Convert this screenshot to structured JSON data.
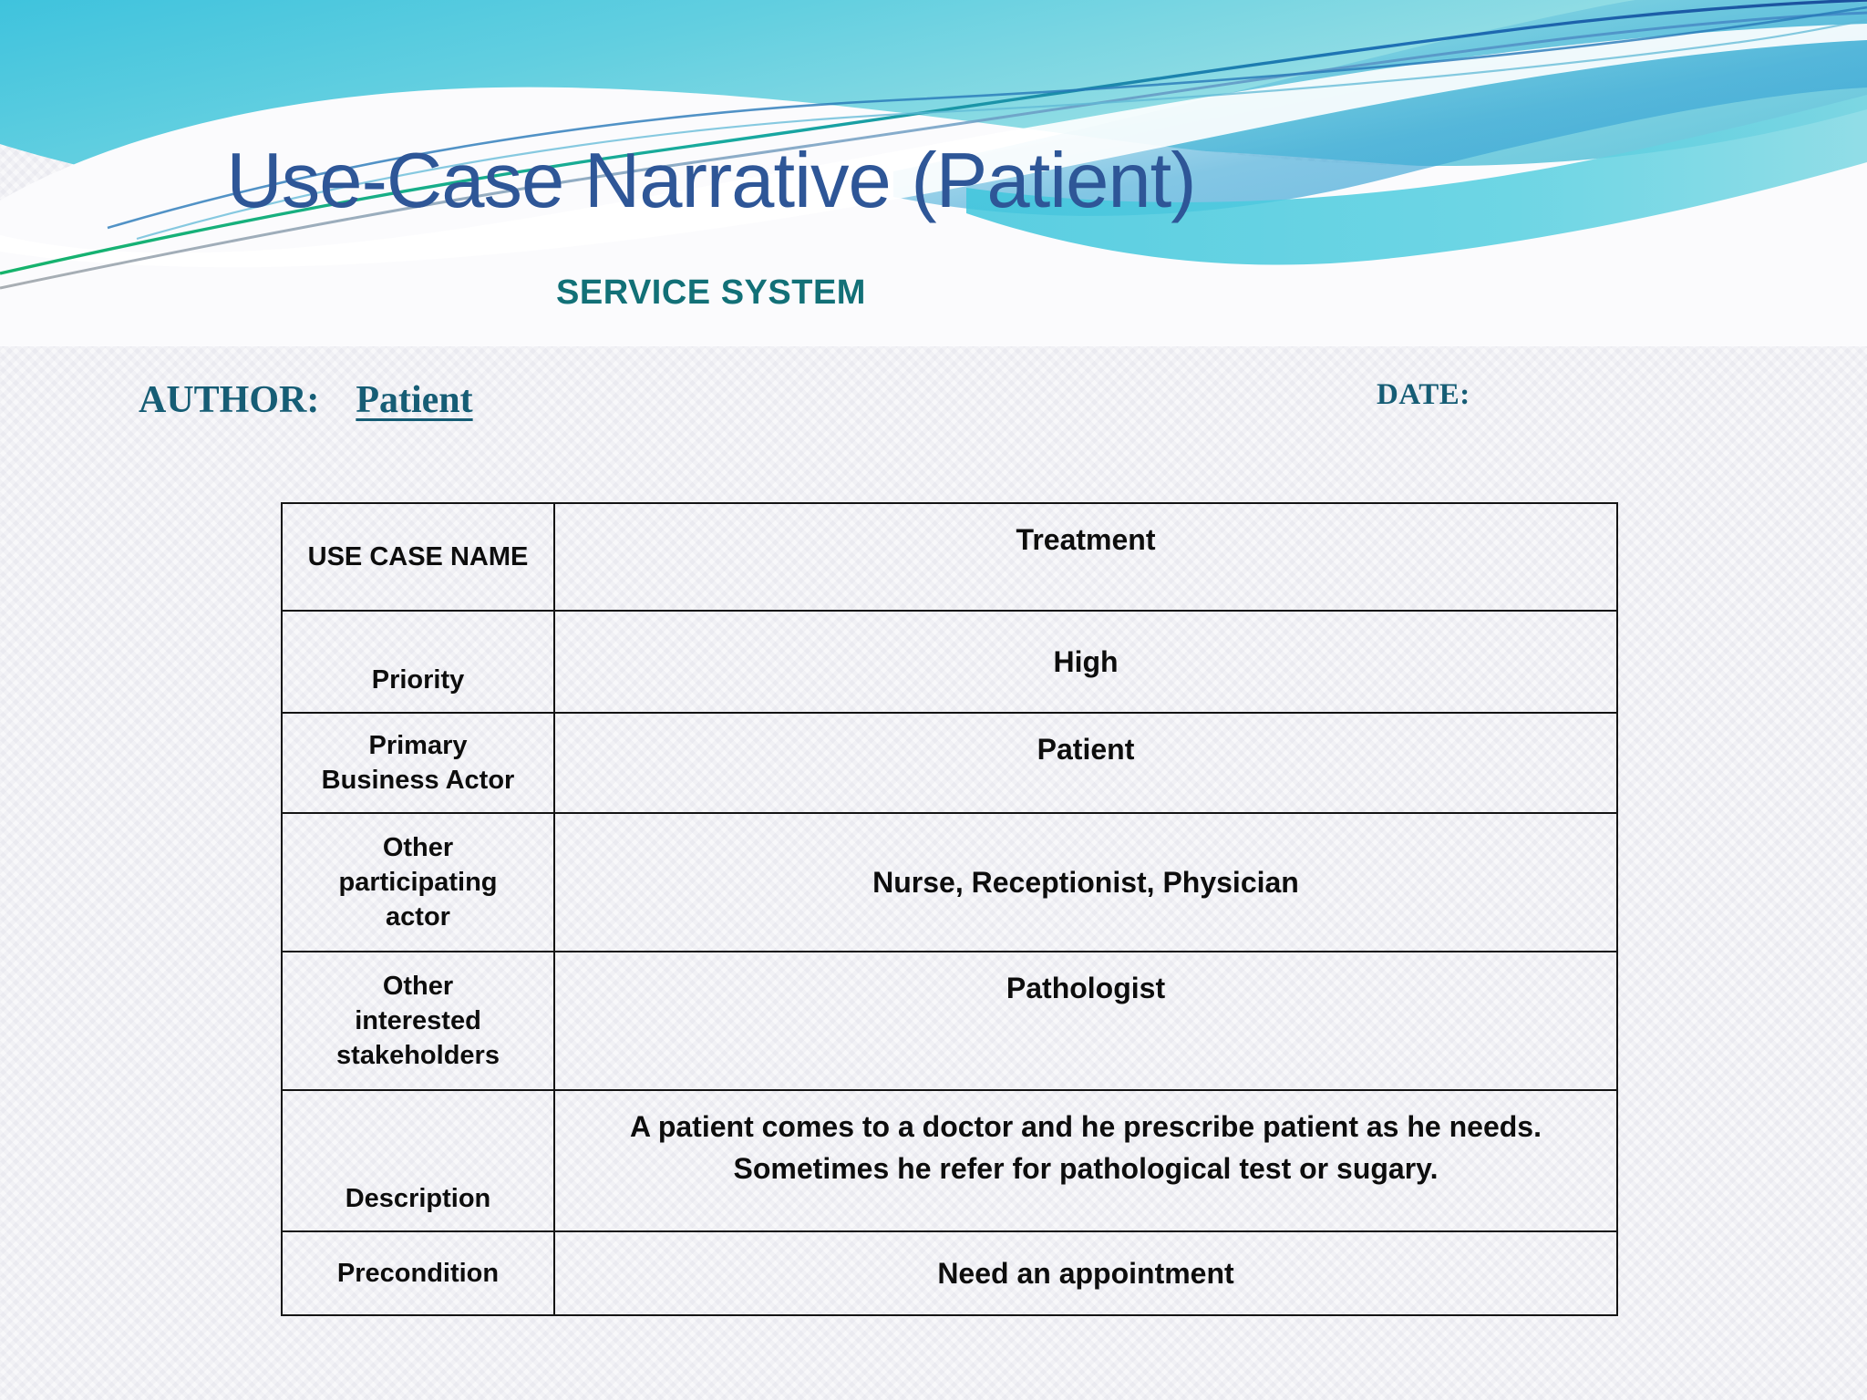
{
  "slide": {
    "title": "Use-Case Narrative (Patient)",
    "subtitle": "SERVICE SYSTEM",
    "title_color": "#2e5697",
    "subtitle_color": "#127077",
    "accent_color": "#165d75",
    "background_color": "#f8f8fa"
  },
  "meta": {
    "author_label": "AUTHOR:",
    "author_value": "Patient",
    "date_label": "DATE:",
    "date_value": ""
  },
  "table": {
    "rows": [
      {
        "label": "USE CASE NAME",
        "value": "Treatment"
      },
      {
        "label": "Priority",
        "value": "High"
      },
      {
        "label": "Primary\nBusiness Actor",
        "value": "Patient"
      },
      {
        "label": "Other\nparticipating\nactor",
        "value": "Nurse, Receptionist, Physician"
      },
      {
        "label": "Other\ninterested\nstakeholders",
        "value": "Pathologist"
      },
      {
        "label": "Description",
        "value": "A patient comes to a doctor and he prescribe patient as he needs. Sometimes he refer for pathological test or sugary."
      },
      {
        "label": "Precondition",
        "value": "Need an appointment"
      }
    ],
    "row_labels": {
      "use_case_name": "USE CASE NAME",
      "priority": "Priority",
      "primary_business_actor_line1": "Primary",
      "primary_business_actor_line2": "Business Actor",
      "other_participating_actor_line1": "Other",
      "other_participating_actor_line2": "participating",
      "other_participating_actor_line3": "actor",
      "other_interested_stakeholders_line1": "Other",
      "other_interested_stakeholders_line2": "interested",
      "other_interested_stakeholders_line3": "stakeholders",
      "description": "Description",
      "precondition": "Precondition"
    },
    "row_values": {
      "use_case_name": "Treatment",
      "priority": "High",
      "primary_business_actor": "Patient",
      "other_participating_actor": "Nurse, Receptionist, Physician",
      "other_interested_stakeholders": "Pathologist",
      "description_line1": "A patient comes to a doctor and he prescribe patient as he needs.",
      "description_line2": "Sometimes he refer for pathological test or sugary.",
      "precondition": "Need an appointment"
    }
  },
  "decoration": {
    "wave_colors": {
      "band_top_left": "#49c8dd",
      "band_top_right": "#8ad9e2",
      "band_mid": "#4fb8da",
      "band_deep": "#3fa9d8",
      "line_green": "#17b26a",
      "line_gray": "#8c9096",
      "line_blue": "#1e5fa8",
      "line_teal": "#2ba5b8",
      "white": "#ffffff"
    }
  }
}
